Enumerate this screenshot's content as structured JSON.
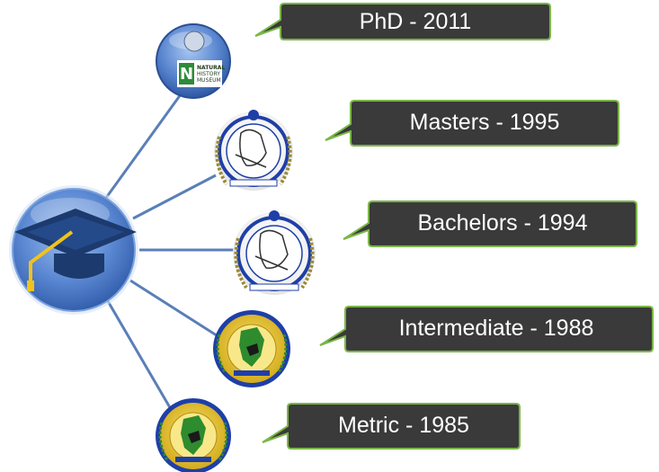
{
  "hub": {
    "icon": "graduation-cap-icon"
  },
  "education": [
    {
      "label": "PhD - 2011",
      "logo": "natural-history-museum-logo",
      "logo_text": [
        "NATURAL",
        "HISTORY",
        "MUSEUM"
      ]
    },
    {
      "label": "Masters - 1995",
      "logo": "university-seal-logo"
    },
    {
      "label": "Bachelors - 1994",
      "logo": "university-seal-logo"
    },
    {
      "label": "Intermediate - 1988",
      "logo": "board-seal-logo"
    },
    {
      "label": "Metric - 1985",
      "logo": "board-seal-logo"
    }
  ],
  "colors": {
    "callout_fill": "#3a3a3a",
    "callout_border": "#7ab648",
    "connector": "#5a7fb8",
    "hub_blue": "#4a78c8",
    "cap": "#1c3a6e",
    "tassel": "#f2c21a",
    "seal_blue": "#1e3fa8",
    "seal_green": "#2e8b2e",
    "seal_gold": "#e0b020"
  }
}
